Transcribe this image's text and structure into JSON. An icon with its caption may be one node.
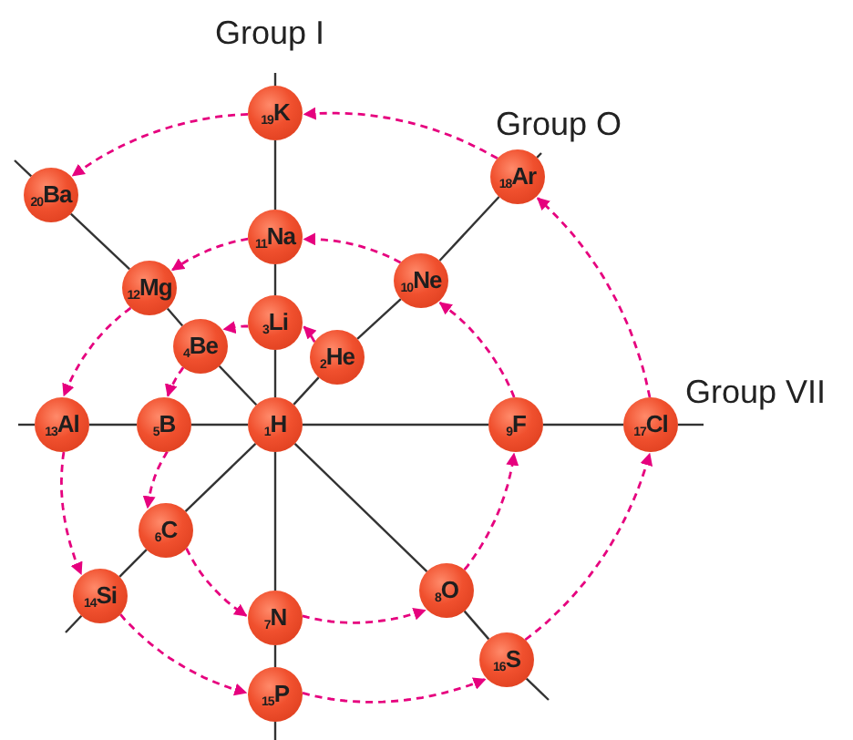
{
  "diagram": {
    "nodes": [
      {
        "text": [
          "$_{1}$H"
        ]
      },
      {
        "text": [
          "$_{2}$He"
        ]
      },
      {
        "text": [
          "$_{3}$Li"
        ]
      },
      {
        "text": [
          "$_{4}$Be"
        ]
      },
      {
        "text": [
          "$_{5}$B"
        ]
      },
      {
        "text": [
          "$_{6}$C"
        ]
      },
      {
        "text": [
          "$_{7}$N"
        ]
      },
      {
        "text": [
          "$_{8}$O"
        ]
      },
      {
        "text": [
          "$_{9}$F"
        ]
      },
      {
        "text": [
          "$_{10}$Ne"
        ]
      },
      {
        "text": [
          "$_{11}$Na"
        ]
      },
      {
        "text": [
          "$_{12}$Mg"
        ]
      },
      {
        "text": [
          "$_{13}$Al"
        ]
      },
      {
        "text": [
          "$_{14}$Si"
        ]
      },
      {
        "text": [
          "$_{15}$P"
        ]
      },
      {
        "text": [
          "$_{16}$S"
        ]
      },
      {
        "text": [
          "$_{17}$Cl"
        ]
      },
      {
        "text": [
          "$_{18}$Ar"
        ]
      },
      {
        "text": [
          "$_{19}$K"
        ]
      },
      {
        "text": [
          "$_{20}$Ba"
        ]
      }
    ],
    "edges": [
      {
        "from": 0,
        "to": 2,
        "arrow": "none"
      },
      {
        "from": 2,
        "to": 10,
        "arrow": "none"
      },
      {
        "from": 10,
        "to": 18,
        "arrow": "none"
      },
      {
        "from": 0,
        "to": 6,
        "arrow": "none"
      },
      {
        "from": 6,
        "to": 14,
        "arrow": "none"
      },
      {
        "from": 0,
        "to": 4,
        "arrow": "none"
      },
      {
        "from": 4,
        "to": 12,
        "arrow": "none"
      },
      {
        "from": 0,
        "to": 8,
        "arrow": "none"
      },
      {
        "from": 8,
        "to": 16,
        "arrow": "none"
      },
      {
        "from": 0,
        "to": 1,
        "arrow": "none"
      },
      {
        "from": 1,
        "to": 9,
        "arrow": "none"
      },
      {
        "from": 9,
        "to": 17,
        "arrow": "none"
      },
      {
        "from": 0,
        "to": 3,
        "arrow": "none"
      },
      {
        "from": 3,
        "to": 11,
        "arrow": "none"
      },
      {
        "from": 11,
        "to": 19,
        "arrow": "none"
      },
      {
        "from": 0,
        "to": 5,
        "arrow": "none"
      },
      {
        "from": 5,
        "to": 13,
        "arrow": "none"
      },
      {
        "from": 0,
        "to": 7,
        "arrow": "none"
      },
      {
        "from": 7,
        "to": 15,
        "arrow": "none"
      },
      {
        "from": 1,
        "to": 2,
        "arrow": "to",
        "style": "dashed",
        "color": "#e6007e"
      },
      {
        "from": 2,
        "to": 3,
        "arrow": "to",
        "style": "dashed",
        "color": "#e6007e"
      },
      {
        "from": 3,
        "to": 4,
        "arrow": "to",
        "style": "dashed",
        "color": "#e6007e"
      },
      {
        "from": 4,
        "to": 5,
        "arrow": "to",
        "style": "dashed",
        "color": "#e6007e"
      },
      {
        "from": 5,
        "to": 6,
        "arrow": "to",
        "style": "dashed",
        "color": "#e6007e"
      },
      {
        "from": 6,
        "to": 7,
        "arrow": "to",
        "style": "dashed",
        "color": "#e6007e"
      },
      {
        "from": 7,
        "to": 8,
        "arrow": "to",
        "style": "dashed",
        "color": "#e6007e"
      },
      {
        "from": 8,
        "to": 9,
        "arrow": "to",
        "style": "dashed",
        "color": "#e6007e"
      },
      {
        "from": 9,
        "to": 10,
        "arrow": "to",
        "style": "dashed",
        "color": "#e6007e"
      },
      {
        "from": 10,
        "to": 11,
        "arrow": "to",
        "style": "dashed",
        "color": "#e6007e"
      },
      {
        "from": 11,
        "to": 12,
        "arrow": "to",
        "style": "dashed",
        "color": "#e6007e"
      },
      {
        "from": 12,
        "to": 13,
        "arrow": "to",
        "style": "dashed",
        "color": "#e6007e"
      },
      {
        "from": 13,
        "to": 14,
        "arrow": "to",
        "style": "dashed",
        "color": "#e6007e"
      },
      {
        "from": 14,
        "to": 15,
        "arrow": "to",
        "style": "dashed",
        "color": "#e6007e"
      },
      {
        "from": 15,
        "to": 16,
        "arrow": "to",
        "style": "dashed",
        "color": "#e6007e"
      },
      {
        "from": 16,
        "to": 17,
        "arrow": "to",
        "style": "dashed",
        "color": "#e6007e"
      },
      {
        "from": 17,
        "to": 18,
        "arrow": "to",
        "style": "dashed",
        "color": "#e6007e"
      },
      {
        "from": 18,
        "to": 19,
        "arrow": "to",
        "style": "dashed",
        "color": "#e6007e"
      }
    ],
    "labels": [
      "Group I",
      "Group O",
      "Group VII"
    ]
  }
}
